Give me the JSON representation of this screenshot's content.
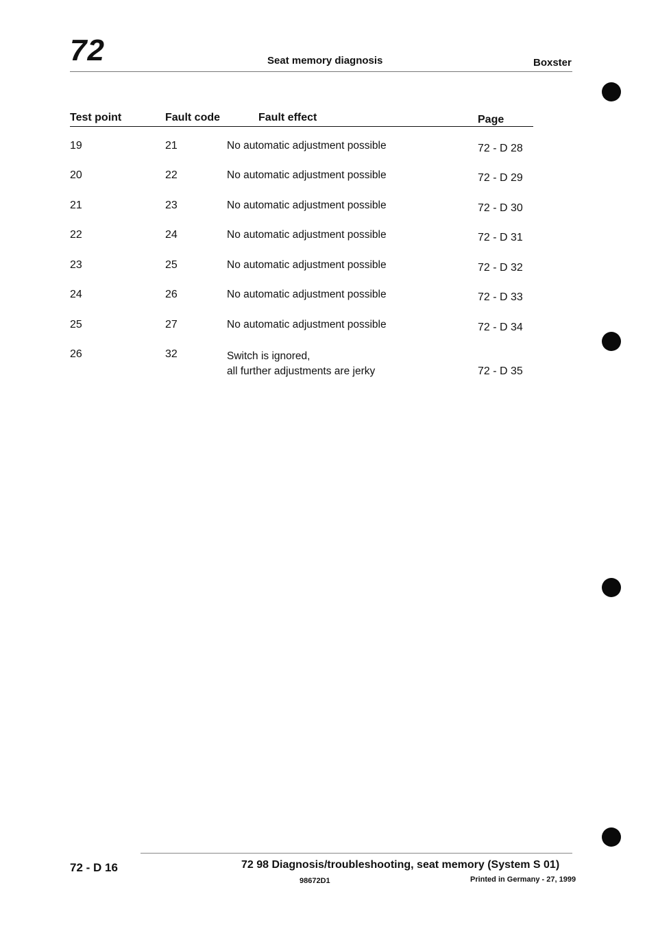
{
  "header": {
    "chapter": "72",
    "title": "Seat memory diagnosis",
    "model": "Boxster"
  },
  "table": {
    "columns": [
      "Test point",
      "Fault code",
      "Fault effect",
      "Page"
    ],
    "rows": [
      {
        "test_point": "19",
        "fault_code": "21",
        "fault_effect": "No automatic adjustment possible",
        "fault_effect_2": "",
        "page": "72 - D 28"
      },
      {
        "test_point": "20",
        "fault_code": "22",
        "fault_effect": "No automatic adjustment possible",
        "fault_effect_2": "",
        "page": "72 - D 29"
      },
      {
        "test_point": "21",
        "fault_code": "23",
        "fault_effect": "No automatic adjustment possible",
        "fault_effect_2": "",
        "page": "72 - D 30"
      },
      {
        "test_point": "22",
        "fault_code": "24",
        "fault_effect": "No automatic adjustment possible",
        "fault_effect_2": "",
        "page": "72 - D 31"
      },
      {
        "test_point": "23",
        "fault_code": "25",
        "fault_effect": "No automatic adjustment possible",
        "fault_effect_2": "",
        "page": "72 - D 32"
      },
      {
        "test_point": "24",
        "fault_code": "26",
        "fault_effect": "No automatic adjustment possible",
        "fault_effect_2": "",
        "page": "72 - D 33"
      },
      {
        "test_point": "25",
        "fault_code": "27",
        "fault_effect": "No automatic adjustment possible",
        "fault_effect_2": "",
        "page": "72 - D 34"
      },
      {
        "test_point": "26",
        "fault_code": "32",
        "fault_effect": "Switch is ignored,",
        "fault_effect_2": "all further adjustments are jerky",
        "page": "72 - D 35"
      }
    ]
  },
  "footer": {
    "page": "72 - D 16",
    "title": "72 98  Diagnosis/troubleshooting, seat memory (System S 01)",
    "code": "98672D1",
    "printed": "Printed in Germany - 27, 1999"
  }
}
